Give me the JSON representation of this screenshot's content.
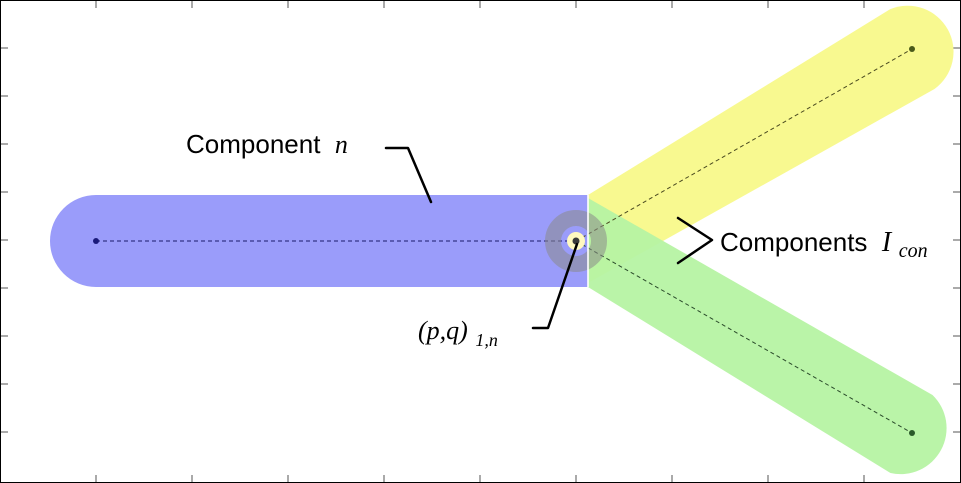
{
  "diagram": {
    "labels": {
      "component_prefix": "Component",
      "component_var": "n",
      "components_prefix": "Components",
      "components_var": "I",
      "components_sub": "con",
      "point_var": "(p,q)",
      "point_sub": "1,n"
    },
    "colors": {
      "blue_component": "#9a9cfa",
      "yellow_component": "#f8f98a",
      "green_component": "#b6f3a3",
      "joint_ring": "#8a8a8a",
      "center_dot": "#3a3a3a",
      "frame": "#000000"
    }
  }
}
